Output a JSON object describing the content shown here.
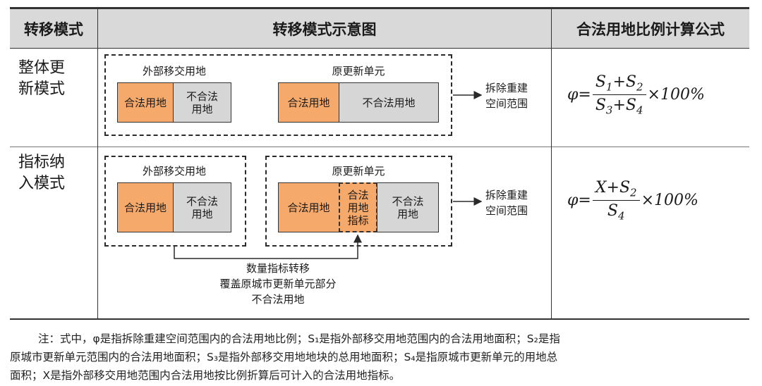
{
  "header": {
    "col1": "转移模式",
    "col2": "转移模式示意图",
    "col3": "合法用地比例计算公式"
  },
  "rows": [
    {
      "mode": "整体更新模式",
      "mode_lines": [
        "整体更",
        "新模式"
      ],
      "group_left": {
        "label": "外部移交用地",
        "legal": "合法用地",
        "illegal": "不合法用地",
        "illegal_lines": [
          "不合法",
          "用地"
        ]
      },
      "group_right": {
        "label": "原更新单元",
        "legal": "合法用地",
        "illegal": "不合法用地"
      },
      "result": "拆除重建空间范围",
      "result_lines": [
        "拆除重建",
        "空间范围"
      ],
      "formula": {
        "prefix": "φ=",
        "num": [
          "S",
          "1",
          "+S",
          "2"
        ],
        "den": [
          "S",
          "3",
          "+S",
          "4"
        ],
        "suffix": "×100%"
      }
    },
    {
      "mode": "指标纳入模式",
      "mode_lines": [
        "指标纳",
        "入模式"
      ],
      "group_left": {
        "label": "外部移交用地",
        "legal": "合法用地",
        "illegal": "不合法用地",
        "illegal_lines": [
          "不合法",
          "用地"
        ]
      },
      "group_right": {
        "label": "原更新单元",
        "legal": "合法用地",
        "index": "合法用地指标",
        "index_lines": [
          "合法",
          "用地",
          "指标"
        ],
        "illegal": "不合法用地",
        "illegal_lines": [
          "不合法",
          "用地"
        ]
      },
      "result": "拆除重建空间范围",
      "result_lines": [
        "拆除重建",
        "空间范围"
      ],
      "transfer_lines": [
        "数量指标转移",
        "覆盖原城市更新单元部分",
        "不合法用地"
      ],
      "formula": {
        "prefix": "φ=",
        "num": [
          "X",
          "",
          "+S",
          "2"
        ],
        "den": [
          "S",
          "4"
        ],
        "suffix": "×100%"
      }
    }
  ],
  "note": {
    "lines": [
      "注：式中，φ是指拆除重建空间范围内的合法用地比例；S₁是指外部移交用地范围内的合法用地面积；S₂是指",
      "原城市更新单元范围内的合法用地面积；S₃是指外部移交用地地块的总用地面积；S₄是指原城市更新单元的用地总",
      "面积；X是指外部移交用地范围内合法用地按比例折算后可计入的合法用地指标。"
    ]
  },
  "colors": {
    "header_bg": "#d9d9d9",
    "legal": "#f5a96a",
    "illegal": "#d6d6d6"
  }
}
